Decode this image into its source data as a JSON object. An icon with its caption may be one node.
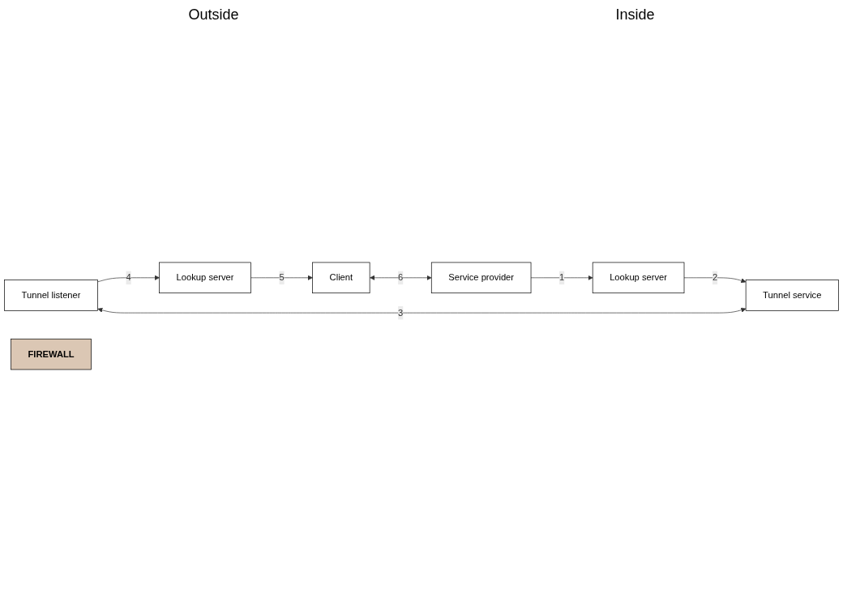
{
  "diagram": {
    "nodes": [
      {
        "text": [
          "Lookup server"
        ]
      },
      {
        "text": [
          "Lookup server"
        ]
      },
      {
        "text": [
          "Tunnel listener"
        ]
      },
      {
        "text": [
          "FIREWALL"
        ]
      },
      {
        "text": [
          "Tunnel service"
        ]
      },
      {
        "text": [
          "Client"
        ]
      },
      {
        "text": [
          "Service provider"
        ]
      }
    ],
    "edges": [
      {
        "from": 6,
        "to": 1,
        "arrow": "to",
        "label": "1"
      },
      {
        "from": 1,
        "to": 4,
        "arrow": "to",
        "label": "2"
      },
      {
        "from": 2,
        "to": 4,
        "arrow": "both",
        "label": "3"
      },
      {
        "from": 2,
        "to": 0,
        "arrow": "to",
        "label": "4"
      },
      {
        "from": 0,
        "to": 5,
        "arrow": "to",
        "label": "5"
      },
      {
        "from": 5,
        "to": 6,
        "arrow": "both",
        "label": "6"
      }
    ],
    "labels": [
      "Outside",
      "Inside"
    ]
  }
}
